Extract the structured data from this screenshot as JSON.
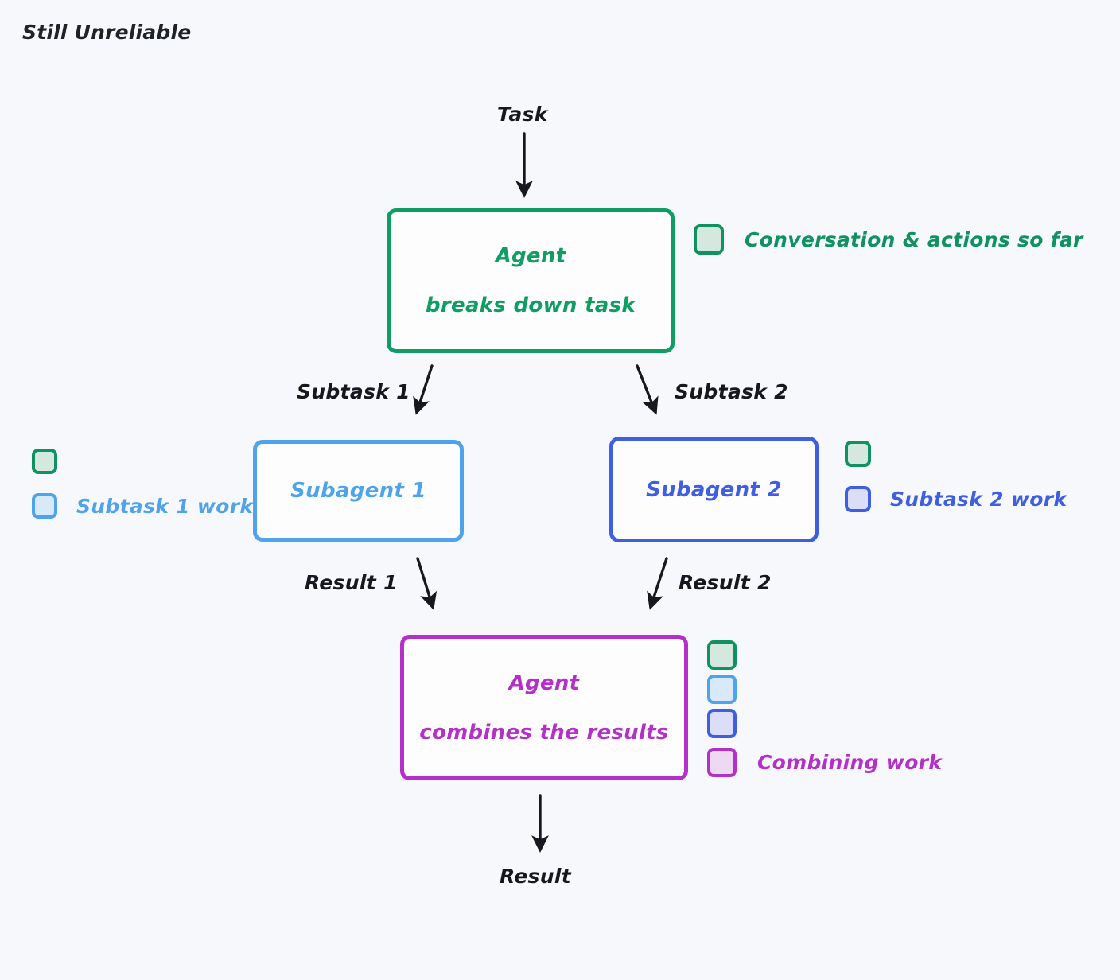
{
  "page": {
    "title": "Still Unreliable",
    "background_color": "#f7f8fb"
  },
  "palette": {
    "green": "#0f9d63",
    "green_fill": "#d4e8df",
    "blue": "#4ea3ea",
    "blue_fill": "#d8e9fa",
    "indigo": "#3f5fe0",
    "indigo_fill": "#dcdef7",
    "purple": "#b430c8",
    "purple_fill": "#eed9f2",
    "arrow": "#16181d",
    "text": "#16181d"
  },
  "flow": {
    "input_label": "Task",
    "output_label": "Result",
    "edge_subtask_1": "Subtask 1",
    "edge_subtask_2": "Subtask 2",
    "edge_result_1": "Result 1",
    "edge_result_2": "Result 2"
  },
  "nodes": {
    "orchestrator": {
      "line1": "Agent",
      "line2": "breaks down task",
      "color": "green"
    },
    "subagent_1": {
      "line1": "Subagent 1",
      "color": "blue"
    },
    "subagent_2": {
      "line1": "Subagent 2",
      "color": "indigo"
    },
    "combiner": {
      "line1": "Agent",
      "line2": "combines the results",
      "color": "purple"
    }
  },
  "legends": {
    "orchestrator_context": {
      "label": "Conversation & actions so far",
      "swatches": [
        "green"
      ]
    },
    "subagent_1_context": {
      "label": "Subtask 1 work",
      "swatches": [
        "green",
        "blue"
      ]
    },
    "subagent_2_context": {
      "label": "Subtask 2 work",
      "swatches": [
        "green",
        "indigo"
      ]
    },
    "combiner_context": {
      "label": "Combining work",
      "swatches": [
        "green",
        "blue",
        "indigo",
        "purple"
      ]
    }
  }
}
